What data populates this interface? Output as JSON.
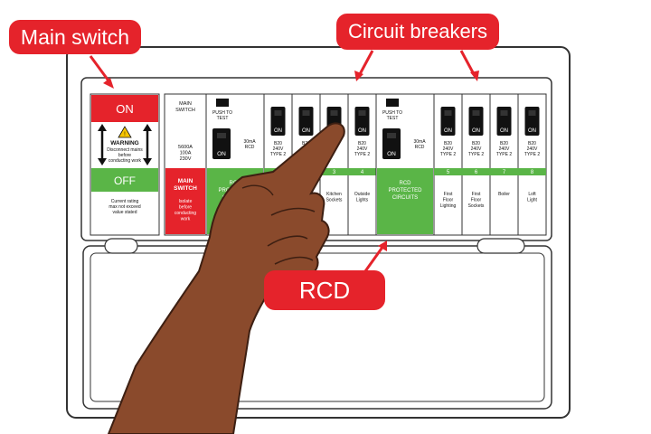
{
  "callouts": {
    "main_switch": "Main switch",
    "circuit_breakers": "Circuit breakers",
    "rcd": "RCD"
  },
  "isolator": {
    "on_label": "ON",
    "off_label": "OFF",
    "warning_title": "WARNING",
    "warning_lines": [
      "Disconnect mains",
      "before",
      "conducting work"
    ],
    "bottom_lines": [
      "Current rating",
      "max not exceed",
      "value stated"
    ]
  },
  "main_switch_module": {
    "header_lines": [
      "MAIN",
      "SWITCH"
    ],
    "rating_lines": [
      "5600A",
      "100A",
      "230V"
    ],
    "red_title_lines": [
      "MAIN",
      "SWITCH"
    ],
    "red_note_lines": [
      "Isolate",
      "before",
      "conducting",
      "work"
    ]
  },
  "rcd_left": {
    "push_lines": [
      "PUSH TO",
      "TEST"
    ],
    "toggle_label": "ON",
    "spec_lines": [
      "30mA",
      "RCD"
    ],
    "green_lines": [
      "RCD",
      "PROTECTED",
      "CIRCUITS"
    ]
  },
  "rcd_right": {
    "push_lines": [
      "PUSH TO",
      "TEST"
    ],
    "toggle_label": "ON",
    "spec_lines": [
      "30mA",
      "RCD"
    ],
    "green_lines": [
      "RCD",
      "PROTECTED",
      "CIRCUITS"
    ]
  },
  "breakers_left": [
    {
      "toggle": "ON",
      "spec": [
        "B20",
        "240V",
        "TYPE 2"
      ],
      "num": "",
      "label": []
    },
    {
      "toggle": "ON",
      "spec": [
        "B20"
      ],
      "num": "",
      "label": []
    },
    {
      "toggle": "OFF",
      "spec": [],
      "num": "3",
      "label": [
        "Kitchen",
        "Sockets"
      ]
    },
    {
      "toggle": "ON",
      "spec": [
        "B20",
        "240V",
        "TYPE 2"
      ],
      "num": "4",
      "label": [
        "Outside",
        "Lights"
      ]
    }
  ],
  "breakers_right": [
    {
      "toggle": "ON",
      "spec": [
        "B20",
        "240V",
        "TYPE 2"
      ],
      "num": "5",
      "label": [
        "First",
        "Floor",
        "Lighting"
      ]
    },
    {
      "toggle": "ON",
      "spec": [
        "B20",
        "240V",
        "TYPE 2"
      ],
      "num": "6",
      "label": [
        "First",
        "Floor",
        "Sockets"
      ]
    },
    {
      "toggle": "ON",
      "spec": [
        "B20",
        "240V",
        "TYPE 2"
      ],
      "num": "7",
      "label": [
        "Boiler"
      ]
    },
    {
      "toggle": "ON",
      "spec": [
        "B20",
        "240V",
        "TYPE 2"
      ],
      "num": "8",
      "label": [
        "Loft",
        "Light"
      ]
    }
  ],
  "colors": {
    "red": "#e5232b",
    "green": "#5ab547",
    "skin": "#8a4a2c",
    "black": "#111111"
  }
}
